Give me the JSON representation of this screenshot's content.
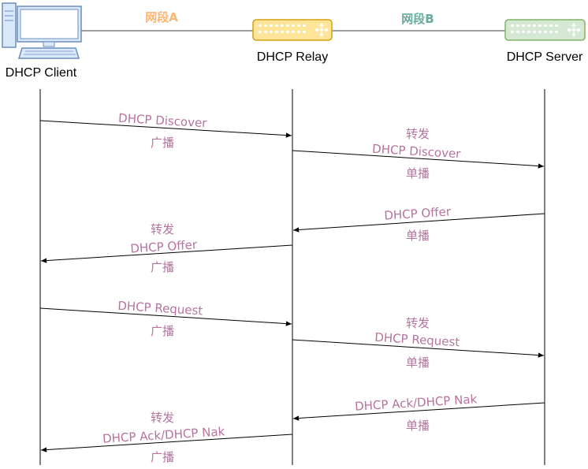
{
  "colors": {
    "segment_a": "#FFB570",
    "segment_b": "#67AB9F",
    "message_text": "#B5739D",
    "relay_fill": "#FFE599",
    "relay_stroke": "#D6A10F",
    "server_fill": "#D5E8D4",
    "server_stroke": "#82B366",
    "client_fill": "#DAE8FC",
    "client_stroke": "#6C8EBF"
  },
  "nodes": {
    "client": {
      "label": "DHCP Client",
      "icon": "computer-icon"
    },
    "relay": {
      "label": "DHCP Relay",
      "icon": "switch-icon"
    },
    "server": {
      "label": "DHCP Server",
      "icon": "switch-icon"
    }
  },
  "segments": {
    "a": "网段A",
    "b": "网段B"
  },
  "messages": {
    "m1": {
      "name": "DHCP Discover",
      "mode": "广播"
    },
    "m2": {
      "prefix": "转发",
      "name": "DHCP Discover",
      "mode": "单播"
    },
    "m3": {
      "name": "DHCP Offer",
      "mode": "单播"
    },
    "m4": {
      "prefix": "转发",
      "name": "DHCP Offer",
      "mode": "广播"
    },
    "m5": {
      "name": "DHCP Request",
      "mode": "广播"
    },
    "m6": {
      "prefix": "转发",
      "name": "DHCP Request",
      "mode": "单播"
    },
    "m7": {
      "name": "DHCP Ack/DHCP Nak",
      "mode": "单播"
    },
    "m8": {
      "prefix": "转发",
      "name": "DHCP Ack/DHCP Nak",
      "mode": "广播"
    }
  }
}
